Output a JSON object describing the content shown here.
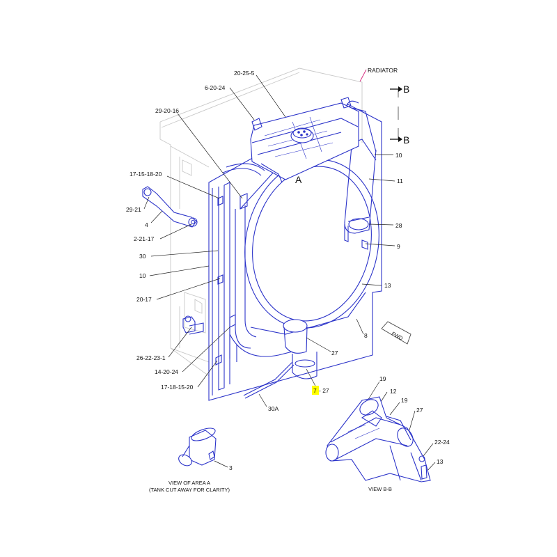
{
  "colors": {
    "part_outline": "#2b33c9",
    "ghost_outline": "#c8c8c8",
    "highlight": "#ffff00",
    "radiator_leader": "#d4237a"
  },
  "title_label": "RADIATOR",
  "section_markers": {
    "top": "B",
    "bottom": "B"
  },
  "view_letter": "A",
  "callouts": {
    "c20_25_5": "20-25-5",
    "c6_20_24": "6-20-24",
    "c29_20_16": "29-20-16",
    "c17_15_18_20": "17-15-18-20",
    "c29_21": "29-21",
    "c4": "4",
    "c2_21_17": "2-21-17",
    "c30": "30",
    "c10_left": "10",
    "c20_17": "20-17",
    "c26_22_23_1": "26-22-23-1",
    "c14_20_24": "14-20-24",
    "c17_18_15_20": "17-18-15-20",
    "c30A": "30A",
    "c10_right": "10",
    "c11": "11",
    "c28": "28",
    "c9": "9",
    "c13": "13",
    "c8": "8",
    "c27": "27",
    "c7": "7",
    "c27_b": "- 27",
    "c3": "3",
    "c19_a": "19",
    "c12": "12",
    "c19_b": "19",
    "c27_c": "27",
    "c22_24": "22-24",
    "c13_b": "13"
  },
  "fwd_label": "FWD",
  "captions": {
    "view_a_line1": "VIEW OF AREA A",
    "view_a_line2": "(TANK CUT AWAY FOR CLARITY)",
    "view_bb": "VIEW B-B"
  }
}
